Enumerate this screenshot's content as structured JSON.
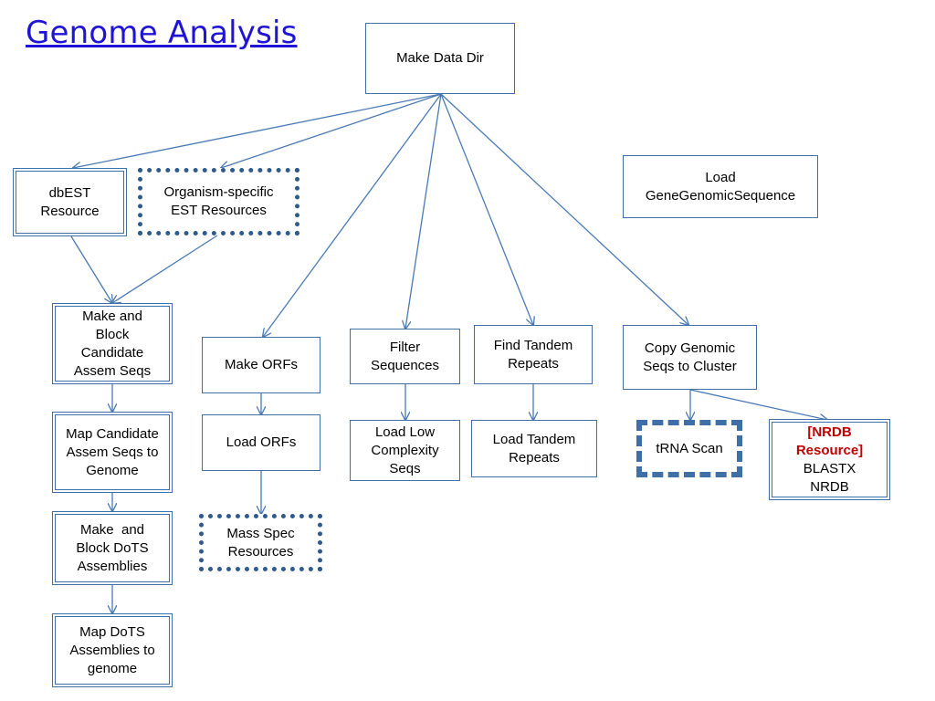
{
  "title": "Genome Analysis",
  "nodes": {
    "make_data_dir": "Make Data Dir",
    "load_gene_genomic_sequence": "Load GeneGenomicSequence",
    "dbest_resource": "dbEST Resource",
    "organism_specific_est": "Organism-specific EST Resources",
    "make_block_candidate": "Make and Block Candidate Assem Seqs",
    "map_candidate": "Map Candidate Assem Seqs to Genome",
    "make_block_dots": "Make  and Block DoTS Assemblies",
    "map_dots": "Map DoTS Assemblies to genome",
    "make_orfs": "Make ORFs",
    "load_orfs": "Load ORFs",
    "mass_spec": "Mass Spec Resources",
    "filter_sequences": "Filter Sequences",
    "load_low_complexity": "Load Low Complexity Seqs",
    "find_tandem_repeats": "Find Tandem Repeats",
    "load_tandem_repeats": "Load Tandem Repeats",
    "copy_genomic_seqs": "Copy Genomic Seqs to Cluster",
    "trna_scan": "tRNA Scan",
    "nrdb_resource": "[NRDB Resource]",
    "blastx_nrdb": "BLASTX NRDB"
  },
  "colors": {
    "title": "#1f14d6",
    "box_border": "#3f6fa6",
    "dotted_border": "#2f5b8c",
    "arrow": "#4a7ab5",
    "highlight_text": "#c00000"
  }
}
